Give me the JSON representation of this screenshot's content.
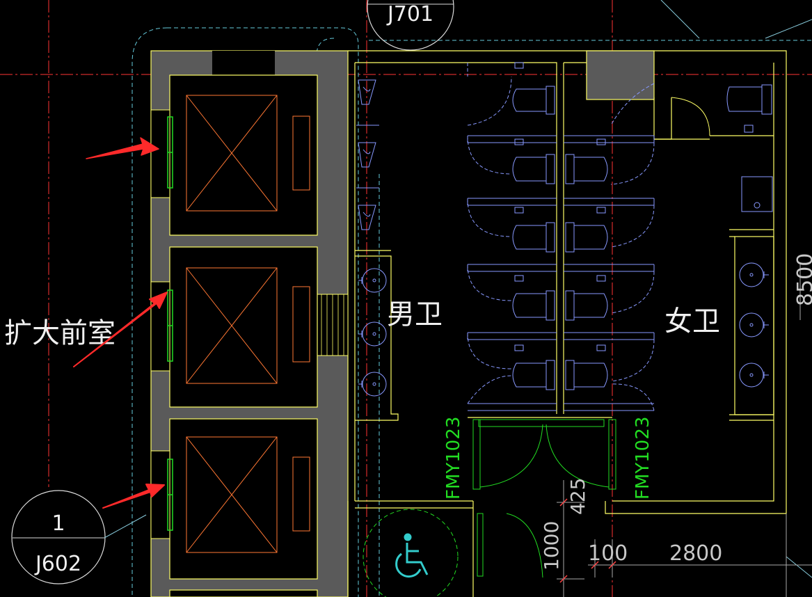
{
  "labels": {
    "expanded_lobby": "扩大前室",
    "mens_restroom": "男卫",
    "womens_restroom": "女卫"
  },
  "door_tags": {
    "left": "FMY1023",
    "right": "FMY1023"
  },
  "axis_bubbles": {
    "top": "J701",
    "bottom_left_number": "1",
    "bottom_left_sheet": "J602"
  },
  "dimensions": {
    "d100": "100",
    "d2800": "2800",
    "d1000": "1000",
    "d425": "425",
    "d8500": "8500"
  },
  "colors": {
    "background": "#000000",
    "wall_outline": "#ffff66",
    "wall_fill": "#5a5a5a",
    "elevator_car": "#ff7733",
    "fixtures": "#8899ff",
    "doors": "#22dd22",
    "axis_lines": "#ff3333",
    "annotation_arrows": "#ff2a2a",
    "accessible_symbol": "#33cccc"
  }
}
